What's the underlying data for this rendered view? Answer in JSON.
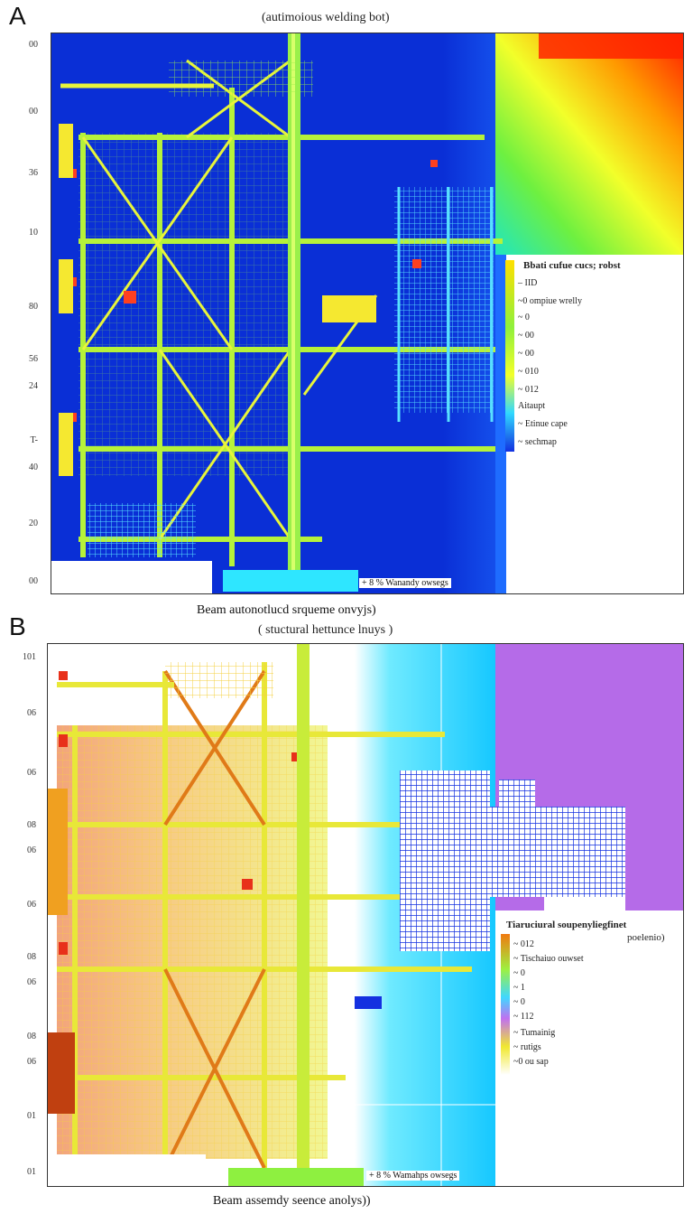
{
  "panels": [
    {
      "letter": "A",
      "title": "(autimoious welding bot)",
      "caption": "Beam autonotlucd srqueme onvyjs)",
      "ticks": [
        "00",
        "00",
        "36",
        "10",
        "80",
        "56",
        "24",
        "T-",
        "40",
        "20",
        "00"
      ],
      "legend": {
        "header": "Bbati cufue cucs; robst",
        "rows": [
          "– IID",
          "~0 ompiue wrelly",
          "~ 0",
          "~ 00",
          "~ 00",
          "~ 010",
          "~ 012",
          "Aitaupt",
          "~ Etinue cape",
          "~ sechmap"
        ]
      },
      "overlay_label": "+ 8 % Wanandy owsegs",
      "colors": {
        "background": "#0a2fd6",
        "structure": "#b6f23a",
        "hot": "#ff2a00"
      }
    },
    {
      "letter": "B",
      "title": "( stuctural hettunce lnuys )",
      "caption": "Beam assemdy seence anolys))",
      "ticks": [
        "101",
        "06",
        "06",
        "08",
        "06",
        "06",
        "08",
        "06",
        "08",
        "06",
        "01",
        "01"
      ],
      "legend": {
        "header": "Tiaruciural soupenyliegfinet",
        "header2": "poelenio)",
        "rows": [
          "~ 012",
          "~ Tischaiuo ouwset",
          "~ 0",
          "~ 1",
          "~ 0",
          "~ 112",
          "~ Tumainig",
          "~ rutigs",
          "~0 ou sap"
        ]
      },
      "overlay_label": "+ 8 % Wamahps owsegs",
      "colors": {
        "background": "#ffffff",
        "structure": "#f0c419",
        "cool": "#1430e0",
        "purple": "#b56be8"
      }
    }
  ]
}
